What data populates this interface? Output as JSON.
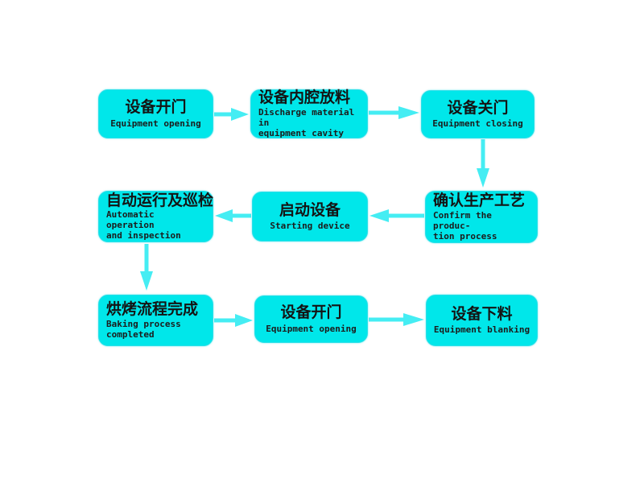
{
  "diagram": {
    "name": "baking-equipment-process-flowchart",
    "colors": {
      "background": "#ffffff",
      "node_fill": "#00e7ea",
      "node_edge": "#2bdfe8",
      "arrow": "#45edf3",
      "title_text": "#141414",
      "subtitle_text": "#1c1c1c"
    },
    "nodes": [
      {
        "id": "equipment-opening-1",
        "title": "设备开门",
        "subtitle": "Equipment opening"
      },
      {
        "id": "discharge-material",
        "title": "设备内腔放料",
        "subtitle": "Discharge material in\nequipment cavity"
      },
      {
        "id": "equipment-closing",
        "title": "设备关门",
        "subtitle": "Equipment closing"
      },
      {
        "id": "automatic-operation",
        "title": "自动运行及巡检",
        "subtitle": "Automatic operation\nand inspection"
      },
      {
        "id": "starting-device",
        "title": "启动设备",
        "subtitle": "Starting device"
      },
      {
        "id": "confirm-production",
        "title": "确认生产工艺",
        "subtitle": "Confirm the produc-\ntion process"
      },
      {
        "id": "baking-completed",
        "title": "烘烤流程完成",
        "subtitle": "Baking process\ncompleted"
      },
      {
        "id": "equipment-opening-2",
        "title": "设备开门",
        "subtitle": "Equipment opening"
      },
      {
        "id": "equipment-blanking",
        "title": "设备下料",
        "subtitle": "Equipment blanking"
      }
    ],
    "edges": [
      {
        "from": "equipment-opening-1",
        "to": "discharge-material",
        "direction": "right"
      },
      {
        "from": "discharge-material",
        "to": "equipment-closing",
        "direction": "right"
      },
      {
        "from": "equipment-closing",
        "to": "confirm-production",
        "direction": "down"
      },
      {
        "from": "confirm-production",
        "to": "starting-device",
        "direction": "left"
      },
      {
        "from": "starting-device",
        "to": "automatic-operation",
        "direction": "left"
      },
      {
        "from": "automatic-operation",
        "to": "baking-completed",
        "direction": "down"
      },
      {
        "from": "baking-completed",
        "to": "equipment-opening-2",
        "direction": "right"
      },
      {
        "from": "equipment-opening-2",
        "to": "equipment-blanking",
        "direction": "right"
      }
    ]
  }
}
